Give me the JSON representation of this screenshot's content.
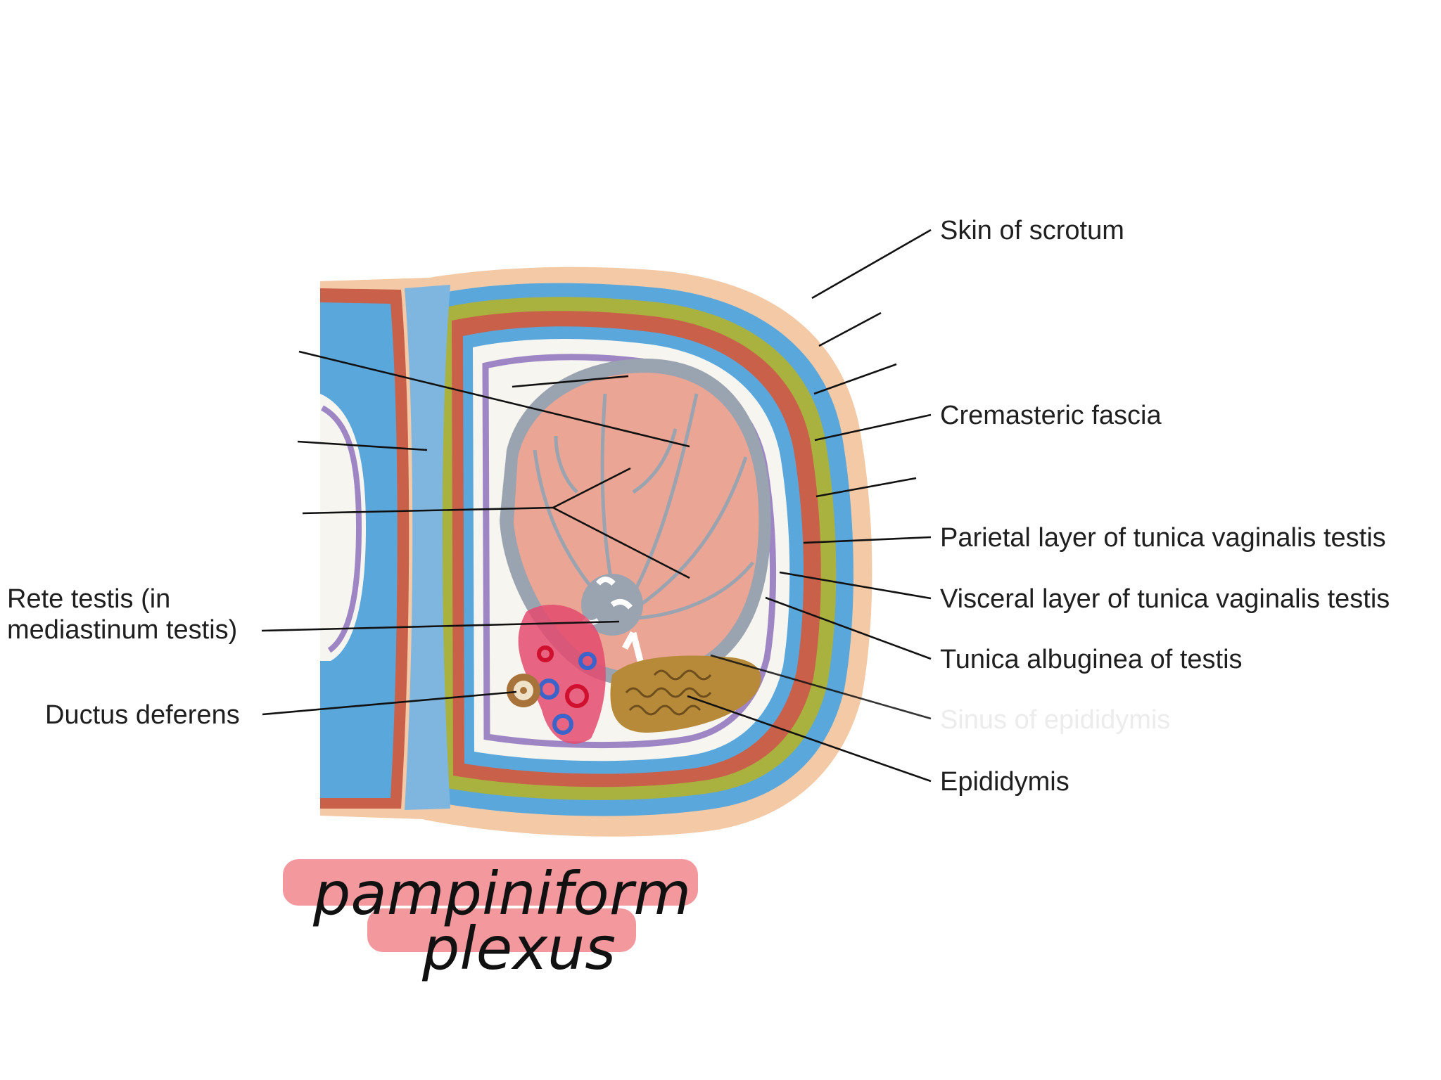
{
  "labels": {
    "skin": "Skin of scrotum",
    "cremasteric": "Cremasteric fascia",
    "parietal": "Parietal layer of tunica vaginalis testis",
    "visceral": "Visceral layer of tunica vaginalis testis",
    "albuginea": "Tunica albuginea of testis",
    "epididymis": "Epididymis",
    "rete_line1": "Rete testis (in",
    "rete_line2": "mediastinum testis)",
    "ductus": "Ductus deferens"
  },
  "faint_labels": {
    "sinus": "Sinus of epididymis"
  },
  "handwritten": {
    "line1": "pampiniform",
    "line2": "plexus"
  },
  "colors": {
    "skin": "#f3c9a6",
    "blue_layer": "#5aa7dc",
    "red_layer": "#c9604a",
    "olive_layer": "#a9b13f",
    "purple_layer": "#9d86c3",
    "testis": "#eba594",
    "gray_septa": "#9aa3b0",
    "plexus": "#e44a6e",
    "epididymis": "#b78a3a",
    "highlight": "#f07f86"
  }
}
